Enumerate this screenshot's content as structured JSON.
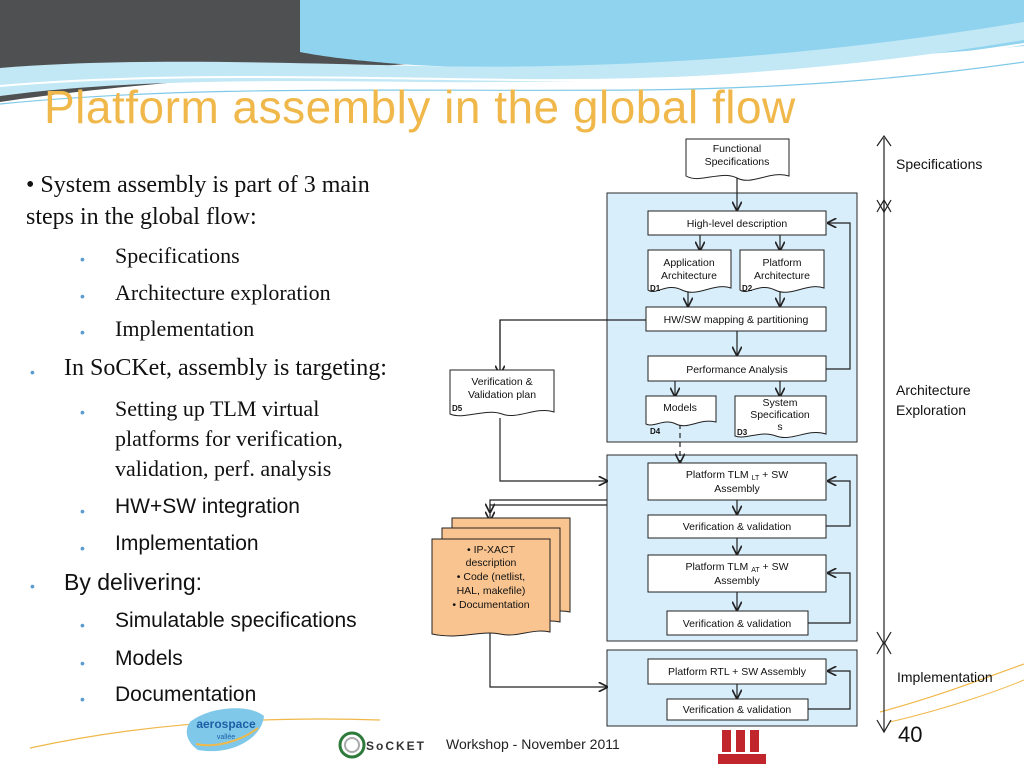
{
  "slide": {
    "title": "Platform assembly in the global flow",
    "bullets": {
      "b1_line1": "• System assembly is part of 3 main",
      "b1_line2": "steps in the global flow:",
      "b1_sub1": "Specifications",
      "b1_sub2": "Architecture exploration",
      "b1_sub3": "Implementation",
      "b2": "In SoCKet, assembly is targeting:",
      "b2_sub1_l1": "Setting up TLM virtual",
      "b2_sub1_l2": "platforms for verification,",
      "b2_sub1_l3": "validation, perf. analysis",
      "b2_sub2": "HW+SW integration",
      "b2_sub3": "Implementation",
      "b3": "By delivering:",
      "b3_sub1": "Simulatable specifications",
      "b3_sub2": "Models",
      "b3_sub3": "Documentation"
    },
    "side_labels": {
      "spec": "Specifications",
      "arch_l1": "Architecture",
      "arch_l2": "Exploration",
      "impl": "Implementation"
    },
    "footer": {
      "text": "Workshop - November 2011",
      "page": "40",
      "logo_socket": "SoCKET",
      "logo_aero1": "aerospace",
      "logo_aero2": "vallée"
    }
  },
  "diagram": {
    "functional_specs_l1": "Functional",
    "functional_specs_l2": "Specifications",
    "high_level": "High-level description",
    "app_arch_l1": "Application",
    "app_arch_l2": "Architecture",
    "plat_arch_l1": "Platform",
    "plat_arch_l2": "Architecture",
    "d1": "D1",
    "d2": "D2",
    "hwsw_mapping": "HW/SW mapping & partitioning",
    "perf_analysis": "Performance  Analysis",
    "models": "Models",
    "d4": "D4",
    "sys_spec_l1": "System",
    "sys_spec_l2": "Specification",
    "sys_spec_l3": "s",
    "d3": "D3",
    "verif_plan_l1": "Verification &",
    "verif_plan_l2": "Validation plan",
    "d5": "D5",
    "tlm_lt_l1a": "Platform TLM ",
    "tlm_lt_sub": "LT",
    "tlm_lt_l1b": " + SW",
    "tlm_lt_l2": "Assembly",
    "verif1": "Verification & validation",
    "tlm_at_l1a": "Platform TLM ",
    "tlm_at_sub": "AT",
    "tlm_at_l1b": " + SW",
    "tlm_at_l2": "Assembly",
    "verif2": "Verification & validation",
    "rtl": "Platform RTL + SW Assembly",
    "verif3": "Verification & validation",
    "ipx_l1": "• IP-XACT",
    "ipx_l2": "description",
    "ipx_l3": "• Code (netlist,",
    "ipx_l4": "HAL, makefile)",
    "ipx_l5": "• Documentation"
  }
}
